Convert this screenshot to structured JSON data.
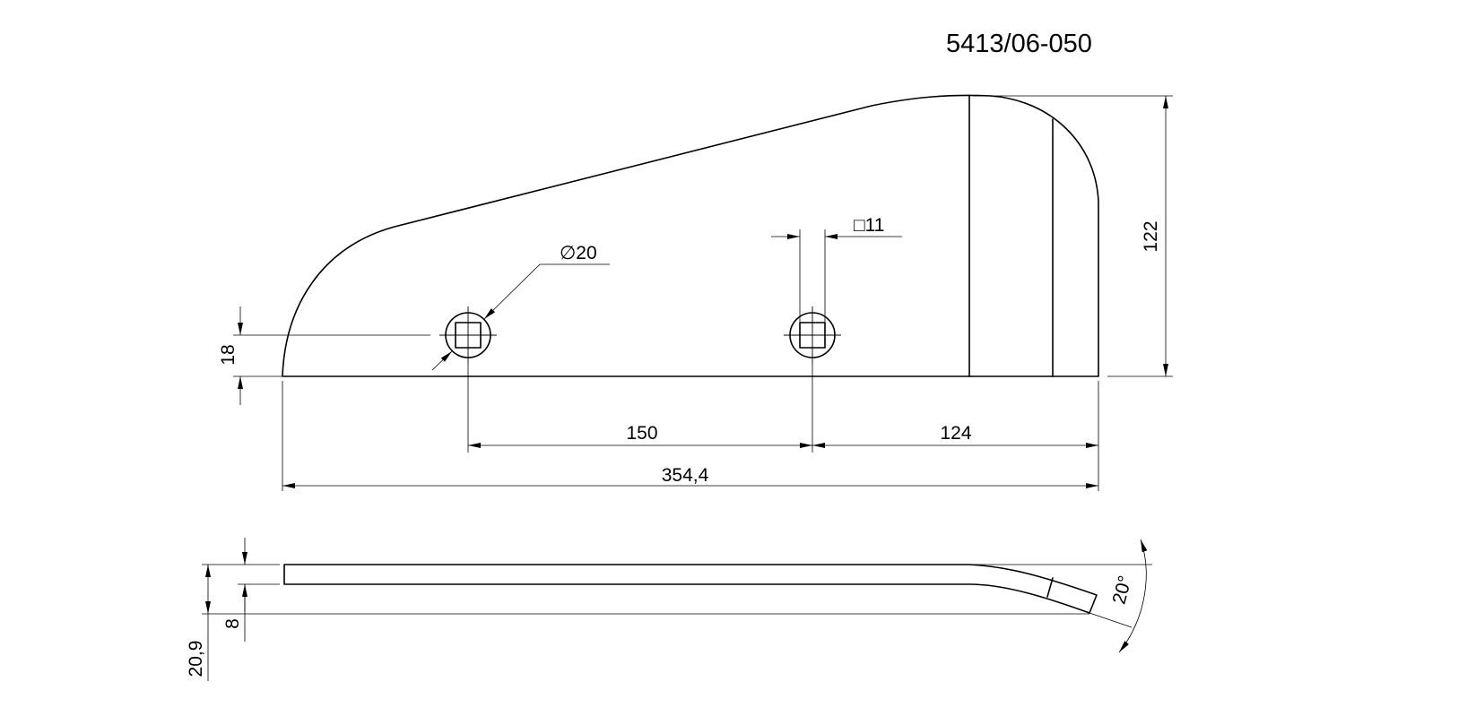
{
  "drawing": {
    "part_number": "5413/06-050",
    "dimensions": {
      "height_122": "122",
      "square_11": "□11",
      "diameter_20": "∅20",
      "hole_height_18": "18",
      "hole_spacing_150": "150",
      "edge_offset_124": "124",
      "overall_length": "354,4",
      "thickness_8": "8",
      "total_height": "20,9",
      "bend_angle": "20°"
    }
  }
}
